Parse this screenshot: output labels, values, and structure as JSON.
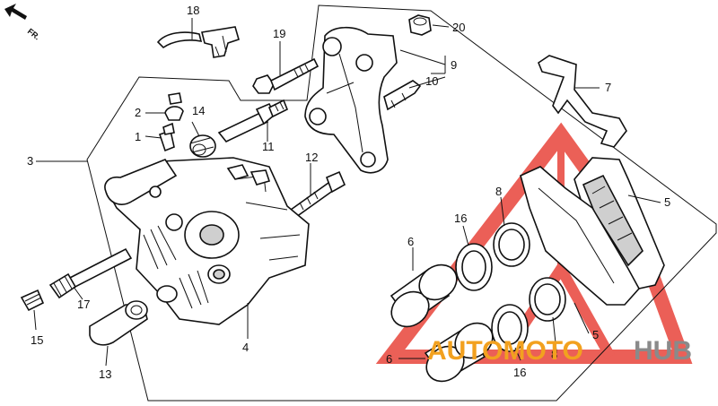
{
  "diagram": {
    "direction_label": "FR.",
    "callouts": {
      "c1": "1",
      "c2": "2",
      "c3": "3",
      "c4": "4",
      "c5a": "5",
      "c5b": "5",
      "c6a": "6",
      "c6b": "6",
      "c7": "7",
      "c8a": "8",
      "c8b": "8",
      "c9": "9",
      "c10": "10",
      "c11": "11",
      "c12": "12",
      "c13": "13",
      "c14": "14",
      "c15": "15",
      "c16a": "16",
      "c16b": "16",
      "c17": "17",
      "c18": "18",
      "c19": "19",
      "c20": "20"
    }
  },
  "watermark": {
    "part1": "AUTOMOTO",
    "part2": "HUB",
    "colors": {
      "logo_red": "#e8443a",
      "text_orange": "#f2a11f",
      "text_gray": "#8a8a8a"
    }
  }
}
